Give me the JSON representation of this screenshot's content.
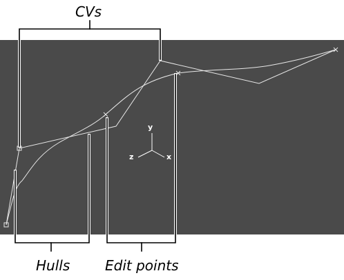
{
  "callouts": {
    "cvs": "CVs",
    "hulls": "Hulls",
    "edit_points": "Edit points"
  },
  "axes": {
    "y": "y",
    "z": "z",
    "x": "x"
  },
  "colors": {
    "viewport_bg": "#4a4a4a",
    "curve": "#e8e8e8",
    "callout_lines": "#000000",
    "callout_outline": "#ffffff"
  }
}
